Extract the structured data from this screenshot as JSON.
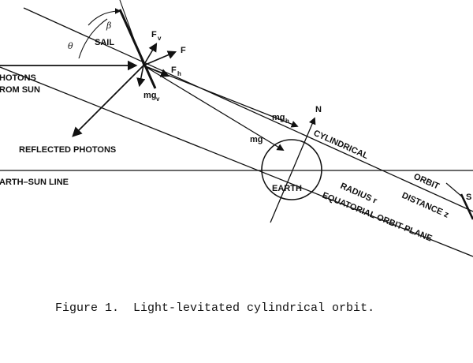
{
  "diagram": {
    "labels": {
      "photons_from_sun_1": "HOTONS",
      "photons_from_sun_2": "ROM SUN",
      "sail": "SAIL",
      "theta": "θ",
      "beta": "β",
      "f_v": "F",
      "f_v_sub": "v",
      "f": "F",
      "f_h": "F",
      "f_h_sub": "h",
      "mg_v": "mg",
      "mg_v_sub": "v",
      "mg_h": "mg",
      "mg_h_sub": "h",
      "mg": "mg",
      "north": "N",
      "reflected_photons": "REFLECTED PHOTONS",
      "earth_sun_line": "ARTH–SUN LINE",
      "earth": "EARTH",
      "cylindrical": "CYLINDRICAL",
      "orbit": "ORBIT",
      "radius": "RADIUS r",
      "distance": "DISTANCE z",
      "equatorial_orbit_plane": "EQUATORIAL ORBIT PLANE",
      "edge_s": "S"
    }
  },
  "caption": "Figure 1.  Light-levitated cylindrical orbit."
}
